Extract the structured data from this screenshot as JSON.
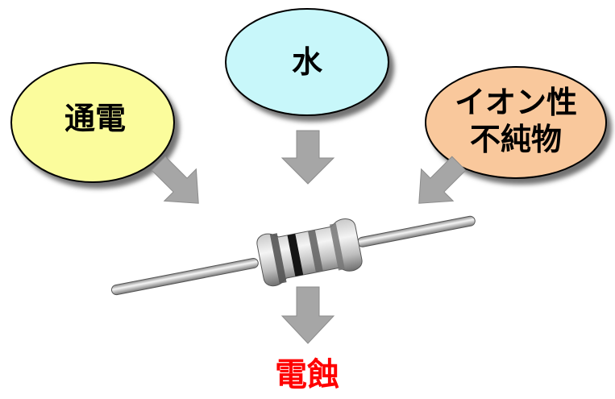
{
  "causes": {
    "left": {
      "label": "通電"
    },
    "top": {
      "label": "水"
    },
    "right": {
      "label": "イオン性\n不純物"
    }
  },
  "result": {
    "label": "電蝕"
  },
  "colors": {
    "left_fill": "#fbfc9c",
    "top_fill": "#c8f7fa",
    "right_fill": "#f9c89c",
    "arrow": "#a6a6a6",
    "result_text": "#ff0000"
  }
}
